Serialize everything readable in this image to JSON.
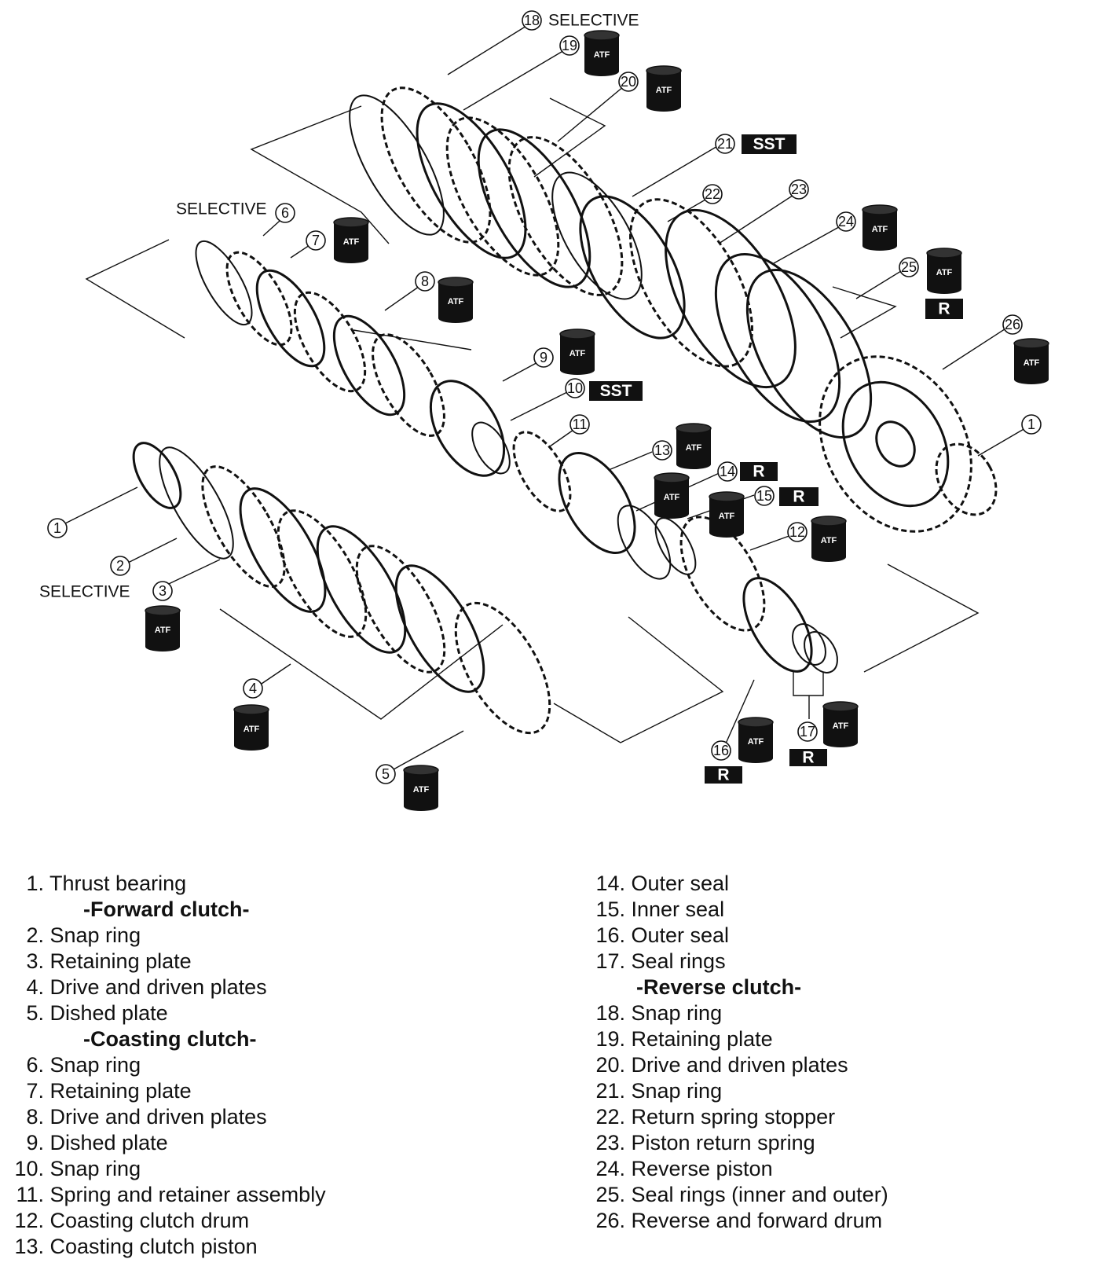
{
  "diagram": {
    "selective_label": "SELECTIVE",
    "atf_label": "ATF",
    "sst_label": "SST",
    "r_label": "R",
    "callout_numbers": [
      "1",
      "2",
      "3",
      "4",
      "5",
      "6",
      "7",
      "8",
      "9",
      "10",
      "11",
      "12",
      "13",
      "14",
      "15",
      "16",
      "17",
      "18",
      "19",
      "20",
      "21",
      "22",
      "23",
      "24",
      "25",
      "26"
    ]
  },
  "legend": {
    "left": [
      {
        "number": "1.",
        "text": "Thrust bearing"
      },
      {
        "heading": "-Forward clutch-"
      },
      {
        "number": "2.",
        "text": "Snap ring"
      },
      {
        "number": "3.",
        "text": "Retaining plate"
      },
      {
        "number": "4.",
        "text": "Drive and driven plates"
      },
      {
        "number": "5.",
        "text": "Dished plate"
      },
      {
        "heading": "-Coasting clutch-"
      },
      {
        "number": "6.",
        "text": "Snap ring"
      },
      {
        "number": "7.",
        "text": "Retaining plate"
      },
      {
        "number": "8.",
        "text": "Drive and driven plates"
      },
      {
        "number": "9.",
        "text": "Dished plate"
      },
      {
        "number": "10.",
        "text": "Snap ring"
      },
      {
        "number": "11.",
        "text": "Spring and retainer assembly"
      },
      {
        "number": "12.",
        "text": "Coasting clutch drum"
      },
      {
        "number": "13.",
        "text": "Coasting clutch piston"
      }
    ],
    "right": [
      {
        "number": "14.",
        "text": "Outer seal"
      },
      {
        "number": "15.",
        "text": "Inner seal"
      },
      {
        "number": "16.",
        "text": "Outer seal"
      },
      {
        "number": "17.",
        "text": "Seal rings"
      },
      {
        "heading": "-Reverse clutch-"
      },
      {
        "number": "18.",
        "text": "Snap ring"
      },
      {
        "number": "19.",
        "text": "Retaining plate"
      },
      {
        "number": "20.",
        "text": "Drive and driven plates"
      },
      {
        "number": "21.",
        "text": "Snap ring"
      },
      {
        "number": "22.",
        "text": "Return spring stopper"
      },
      {
        "number": "23.",
        "text": "Piston return spring"
      },
      {
        "number": "24.",
        "text": "Reverse piston"
      },
      {
        "number": "25.",
        "text": "Seal rings (inner and outer)"
      },
      {
        "number": "26.",
        "text": "Reverse and forward drum"
      }
    ]
  }
}
